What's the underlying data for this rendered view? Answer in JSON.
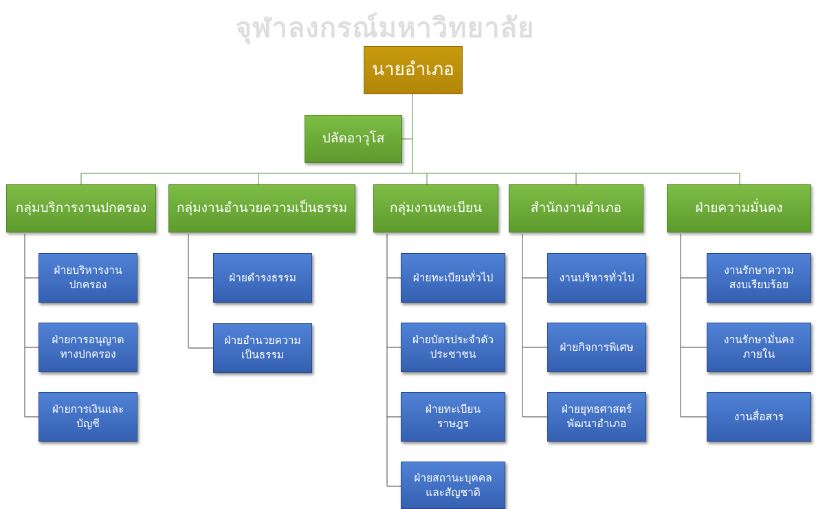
{
  "watermark": "จุฬาลงกรณ์มหาวิทยาลัย",
  "root": "นายอำเภอ",
  "deputy": "ปลัดอาวุโส",
  "groups": [
    {
      "title": "กลุ่มบริการงานปกครอง",
      "units": [
        "ฝ่ายบริหารงาน\nปกครอง",
        "ฝ่ายการอนุญาต\nทางปกครอง",
        "ฝ่ายการเงินและ\nบัญชี"
      ]
    },
    {
      "title": "กลุ่มงานอำนวยความเป็นธรรม",
      "units": [
        "ฝ่ายดำรงธรรม",
        "ฝ่ายอำนวยความ\nเป็นธรรม"
      ]
    },
    {
      "title": "กลุ่มงานทะเบียน",
      "units": [
        "ฝ่ายทะเบียนทั่วไป",
        "ฝ่ายบัตรประจำตัว\nประชาชน",
        "ฝ่ายทะเบียน\nราษฎร",
        "ฝ่ายสถานะบุคคล\nและสัญชาติ"
      ]
    },
    {
      "title": "สำนักงานอำเภอ",
      "units": [
        "งานบริหารทั่วไป",
        "ฝ่ายกิจการพิเศษ",
        "ฝ่ายยุทธศาสตร์\nพัฒนาอำเภอ"
      ]
    },
    {
      "title": "ฝ่ายความมั่นคง",
      "units": [
        "งานรักษาความ\nสงบเรียบร้อย",
        "งานรักษามั่นคง\nภายใน",
        "งานสื่อสาร"
      ]
    }
  ]
}
